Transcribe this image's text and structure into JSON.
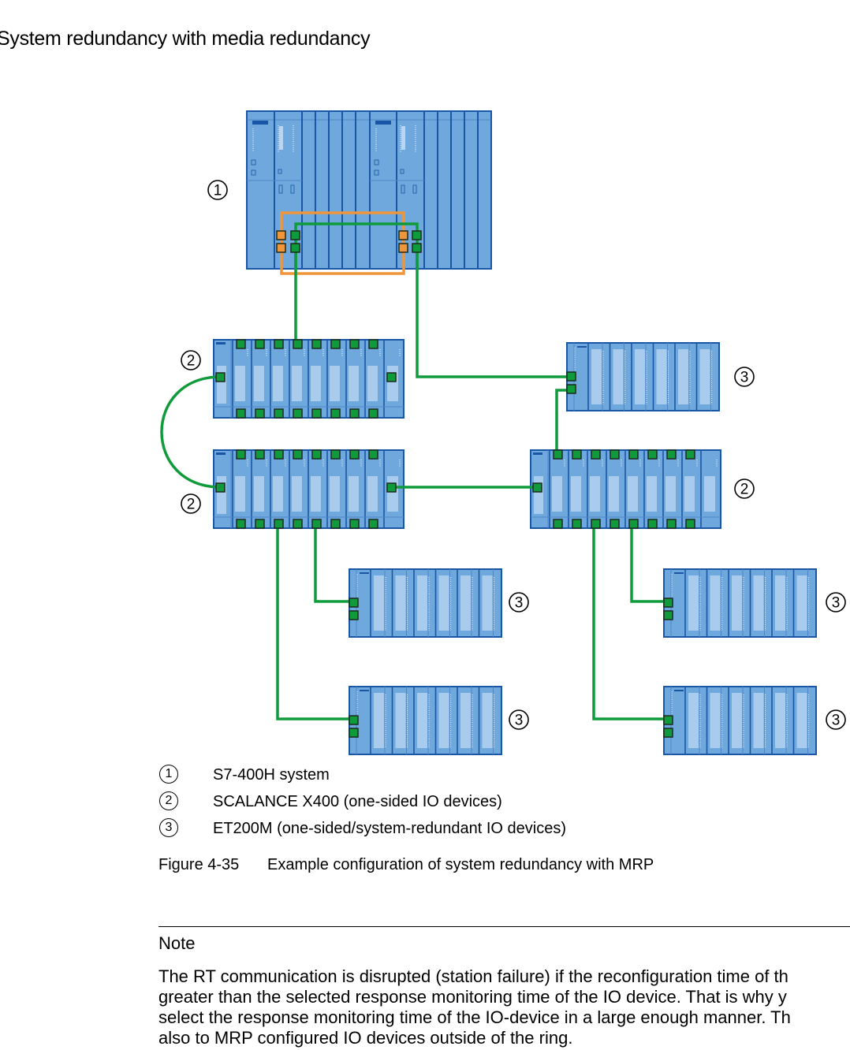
{
  "page": {
    "section_title": "System redundancy with media redundancy"
  },
  "figure": {
    "label": "Figure 4-35",
    "caption": "Example configuration of system redundancy with MRP",
    "legend": [
      {
        "num": "1",
        "text": "S7-400H system"
      },
      {
        "num": "2",
        "text": "SCALANCE X400 (one-sided IO devices)"
      },
      {
        "num": "3",
        "text": "ET200M (one-sided/system-redundant IO devices)"
      }
    ],
    "colors": {
      "rack_fill": "#6fa8dc",
      "rack_border": "#1a56a6",
      "module_light": "#a9cbed",
      "port_green": "#0f9a3c",
      "cable_green": "#0f9a3c",
      "sync_orange": "#f0963a"
    },
    "devices": [
      {
        "id": "cpu-rack",
        "type": "S7-400H",
        "callout": "1"
      },
      {
        "id": "switch-top-left",
        "type": "SCALANCE X400",
        "callout": "2"
      },
      {
        "id": "switch-bottom-left",
        "type": "SCALANCE X400",
        "callout": "2"
      },
      {
        "id": "switch-right",
        "type": "SCALANCE X400",
        "callout": "2"
      },
      {
        "id": "et200m-top-right",
        "type": "ET200M",
        "callout": "3"
      },
      {
        "id": "et200m-left-upper",
        "type": "ET200M",
        "callout": "3"
      },
      {
        "id": "et200m-left-lower",
        "type": "ET200M",
        "callout": "3"
      },
      {
        "id": "et200m-right-upper",
        "type": "ET200M",
        "callout": "3"
      },
      {
        "id": "et200m-right-lower",
        "type": "ET200M",
        "callout": "3"
      }
    ]
  },
  "note": {
    "heading": "Note",
    "lines": [
      "The RT communication is disrupted (station failure) if the reconfiguration time of th",
      "greater than the selected response monitoring time of the IO device. That is why y",
      "select the response monitoring time of the IO-device in a large enough manner. Th",
      "also to MRP configured IO devices outside of the ring."
    ]
  }
}
